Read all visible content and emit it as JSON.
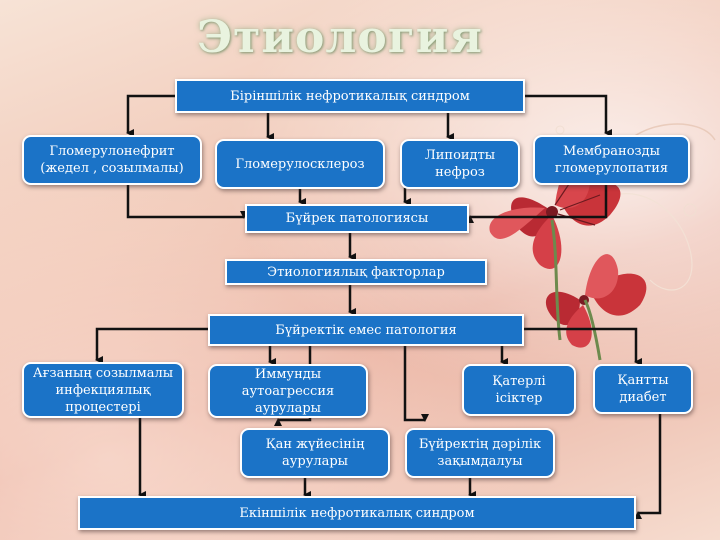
{
  "title": "Этиология",
  "nodes": {
    "primary": "Біріншілік нефротикалық синдром",
    "glomerulonephritis": "Гломерулонефрит (жедел , созылмалы)",
    "glomerulosclerosis": "Гломерулосклероз",
    "lipoid_nephrosis": "Липоидты нефроз",
    "membranous": "Мембранозды гломерулопатия",
    "kidney_pathology": "Бүйрек патологиясы",
    "etiological_factors": "Этиологиялық факторлар",
    "non_kidney_pathology": "Бүйректік емес патология",
    "chronic_infections": "Ағзаның созылмалы инфекциялық процестері",
    "autoimmune": "Иммунды аутоагрессия аурулары",
    "malignant_tumors": "Қатерлі ісіктер",
    "diabetes": "Қантты диабет",
    "blood_diseases": "Қан жүйесінің аурулары",
    "drug_damage": "Бүйректің дәрілік зақымдалуы",
    "secondary": "Екіншілік нефротикалық синдром"
  },
  "colors": {
    "box_fill": "#1b73c7",
    "box_border": "#ffffff",
    "line": "#111111"
  },
  "decorations": [
    "lily-flower-image",
    "swirl-ornament"
  ]
}
